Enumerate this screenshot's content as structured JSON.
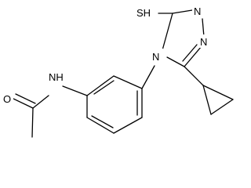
{
  "molecule": {
    "labels": {
      "thiol": "SH",
      "n_triazole_1": "N",
      "n_triazole_2": "N",
      "n_triazole_4": "N",
      "amide_nh": "NH",
      "carbonyl_o": "O"
    }
  }
}
